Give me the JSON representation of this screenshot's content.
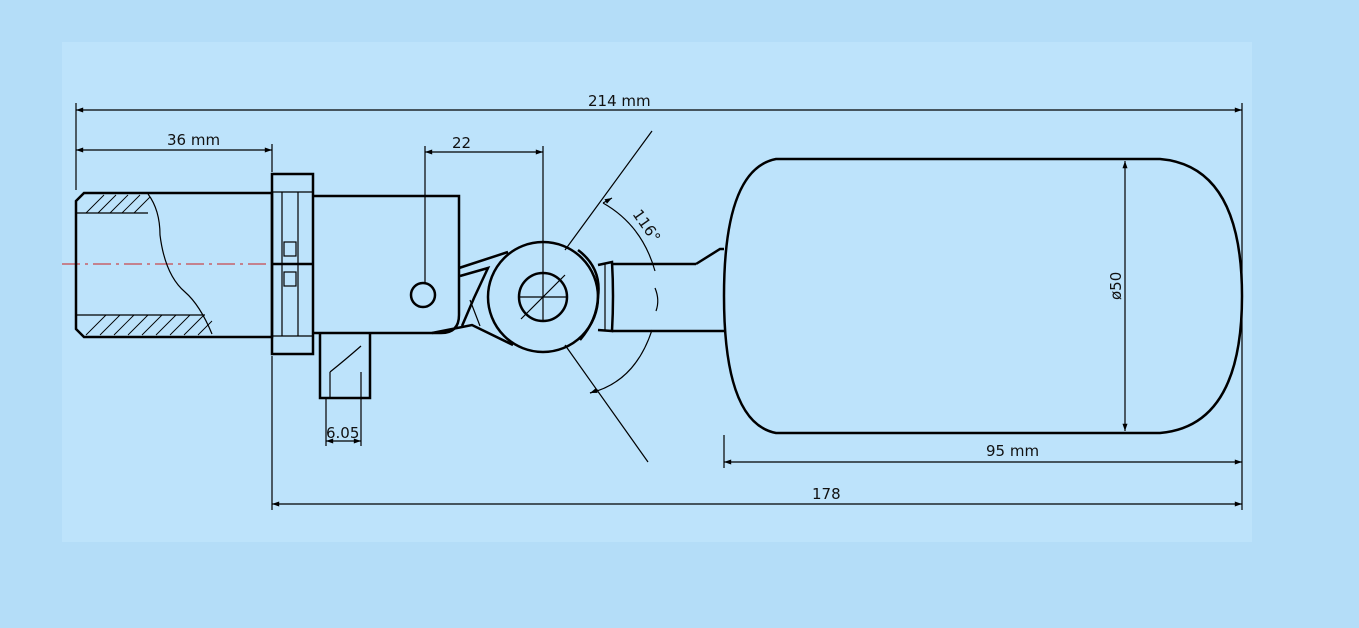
{
  "dimensions": {
    "overall_length": "214 mm",
    "thread_length": "36 mm",
    "pivot_offset": "22",
    "swing_angle": "116°",
    "float_diameter": "ø50",
    "float_length": "95 mm",
    "arm_length": "178",
    "outlet_width": "6.05"
  },
  "colors": {
    "background": "#b4ddf8",
    "line": "#000000",
    "centerline": "#cc2020"
  }
}
